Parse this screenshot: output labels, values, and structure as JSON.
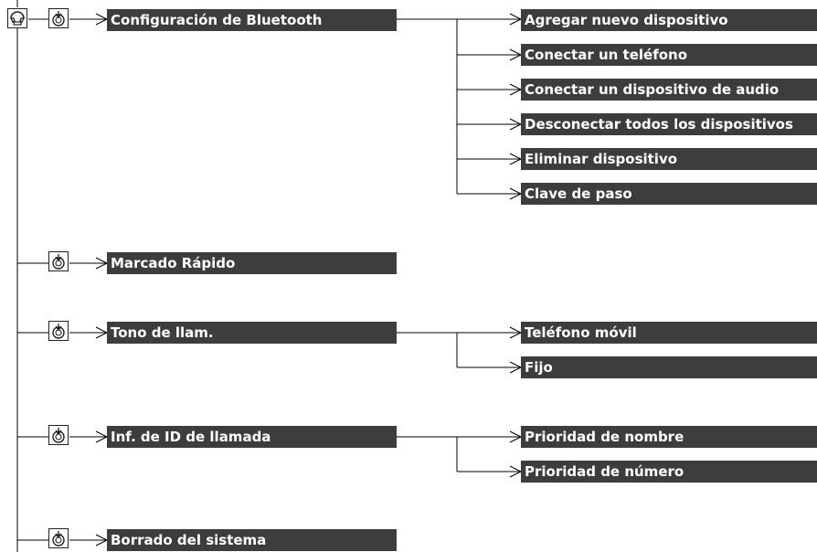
{
  "icons": {
    "root": "phone-handset-icon",
    "menu": "dial-knob-icon"
  },
  "colors": {
    "bar_bg": "#3d3d3d",
    "bar_text": "#ffffff",
    "line": "#000000"
  },
  "menu": [
    {
      "label": "Configuración de Bluetooth",
      "children": [
        "Agregar nuevo dispositivo",
        "Conectar un teléfono",
        "Conectar un dispositivo de audio",
        "Desconectar todos los dispositivos",
        "Eliminar dispositivo",
        "Clave de paso"
      ]
    },
    {
      "label": "Marcado Rápido",
      "children": []
    },
    {
      "label": "Tono de llam.",
      "children": [
        "Teléfono móvil",
        "Fijo"
      ]
    },
    {
      "label": "Inf. de ID de llamada",
      "children": [
        "Prioridad de nombre",
        "Prioridad de número"
      ]
    },
    {
      "label": "Borrado del sistema",
      "children": []
    }
  ]
}
